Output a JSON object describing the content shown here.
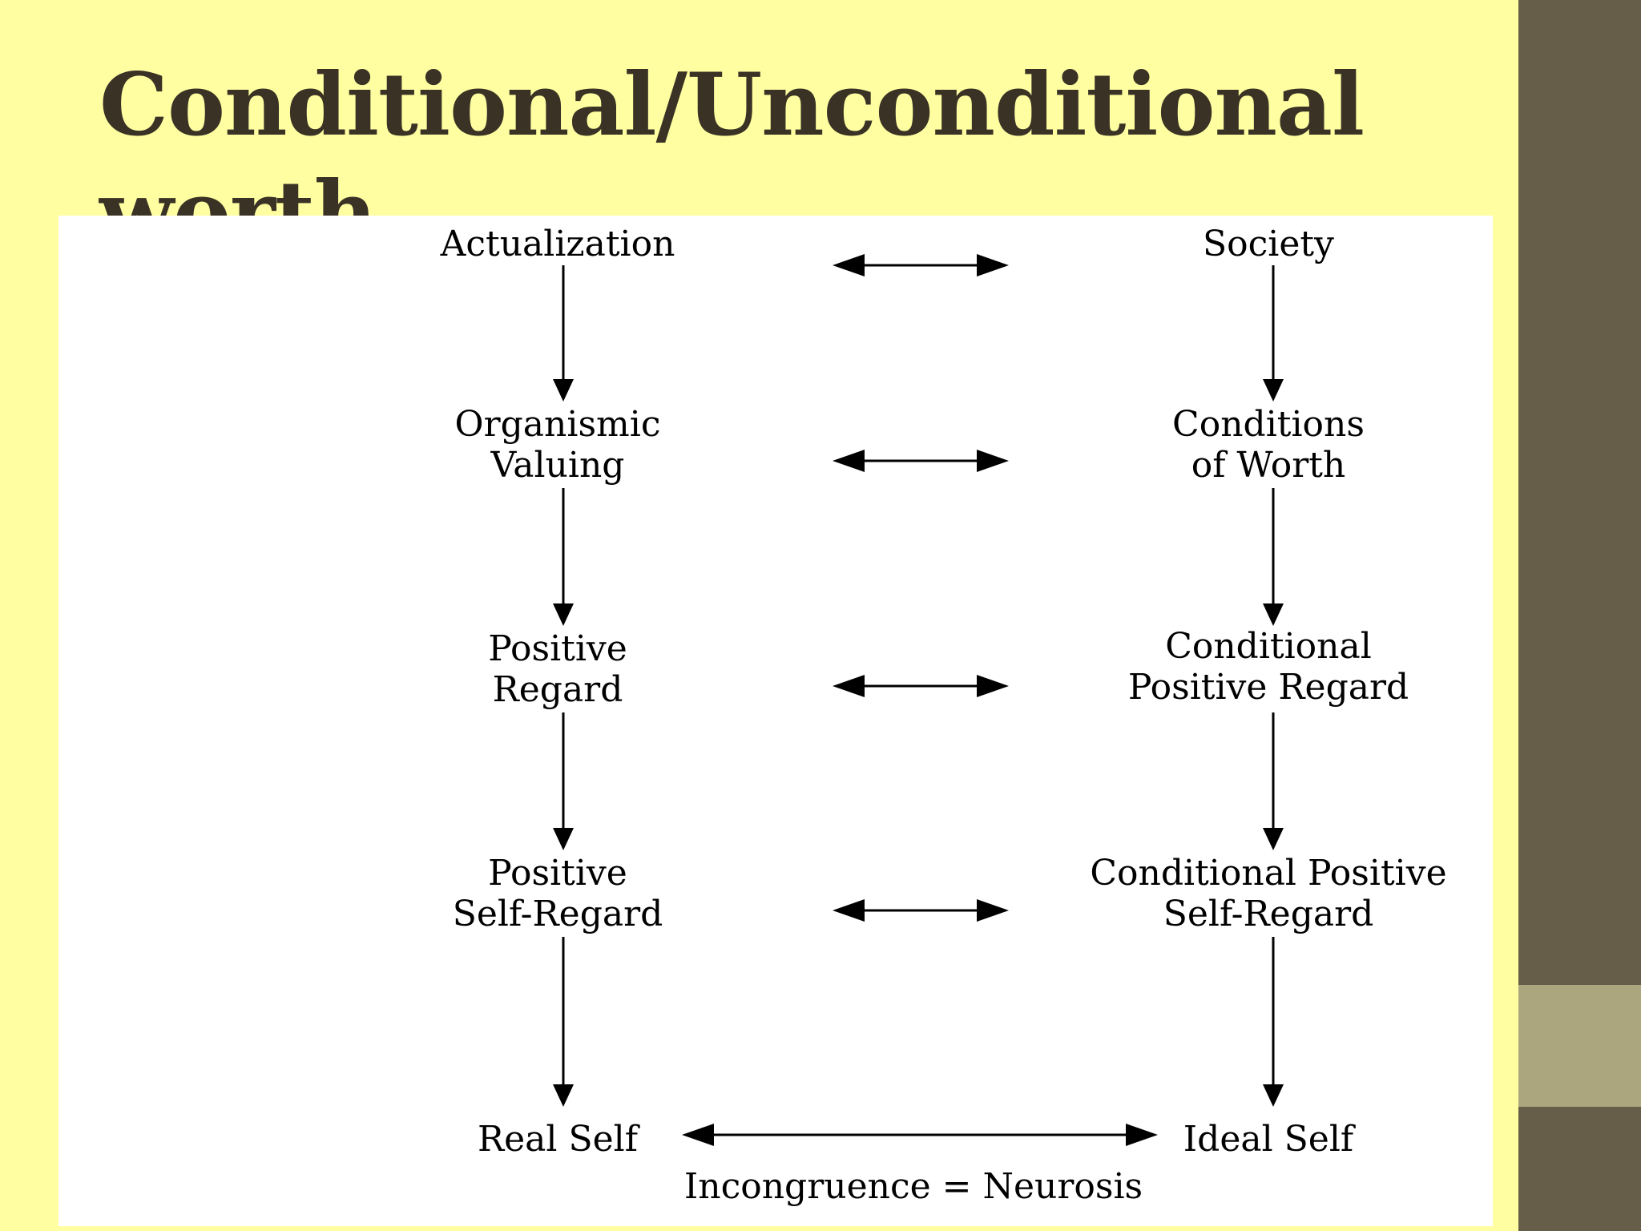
{
  "slide": {
    "title": "Conditional/Unconditional worth",
    "colors": {
      "background": "#FFFFA1",
      "title": "#3A3225",
      "sidebar": "#675E49",
      "sidebar_accent": "#ABA67E",
      "diagram_background": "#FFFFFF",
      "diagram_ink": "#000000"
    }
  },
  "diagram": {
    "left_column": [
      {
        "id": "actualization",
        "lines": [
          "Actualization"
        ]
      },
      {
        "id": "organismic-valuing",
        "lines": [
          "Organismic",
          "Valuing"
        ]
      },
      {
        "id": "positive-regard",
        "lines": [
          "Positive",
          "Regard"
        ]
      },
      {
        "id": "positive-self-regard",
        "lines": [
          "Positive",
          "Self-Regard"
        ]
      },
      {
        "id": "real-self",
        "lines": [
          "Real Self"
        ]
      }
    ],
    "right_column": [
      {
        "id": "society",
        "lines": [
          "Society"
        ]
      },
      {
        "id": "conditions-of-worth",
        "lines": [
          "Conditions",
          "of Worth"
        ]
      },
      {
        "id": "conditional-positive-regard",
        "lines": [
          "Conditional",
          "Positive Regard"
        ]
      },
      {
        "id": "conditional-positive-self-regard",
        "lines": [
          "Conditional Positive",
          "Self-Regard"
        ]
      },
      {
        "id": "ideal-self",
        "lines": [
          "Ideal Self"
        ]
      }
    ],
    "edges": [
      {
        "from": "actualization",
        "to": "organismic-valuing",
        "type": "directed"
      },
      {
        "from": "organismic-valuing",
        "to": "positive-regard",
        "type": "directed"
      },
      {
        "from": "positive-regard",
        "to": "positive-self-regard",
        "type": "directed"
      },
      {
        "from": "positive-self-regard",
        "to": "real-self",
        "type": "directed"
      },
      {
        "from": "society",
        "to": "conditions-of-worth",
        "type": "directed"
      },
      {
        "from": "conditions-of-worth",
        "to": "conditional-positive-regard",
        "type": "directed"
      },
      {
        "from": "conditional-positive-regard",
        "to": "conditional-positive-self-regard",
        "type": "directed"
      },
      {
        "from": "conditional-positive-self-regard",
        "to": "ideal-self",
        "type": "directed"
      },
      {
        "from": "actualization",
        "to": "society",
        "type": "bidirectional"
      },
      {
        "from": "organismic-valuing",
        "to": "conditions-of-worth",
        "type": "bidirectional"
      },
      {
        "from": "positive-regard",
        "to": "conditional-positive-regard",
        "type": "bidirectional"
      },
      {
        "from": "positive-self-regard",
        "to": "conditional-positive-self-regard",
        "type": "bidirectional"
      },
      {
        "from": "real-self",
        "to": "ideal-self",
        "type": "bidirectional"
      }
    ],
    "caption": "Incongruence = Neurosis"
  }
}
